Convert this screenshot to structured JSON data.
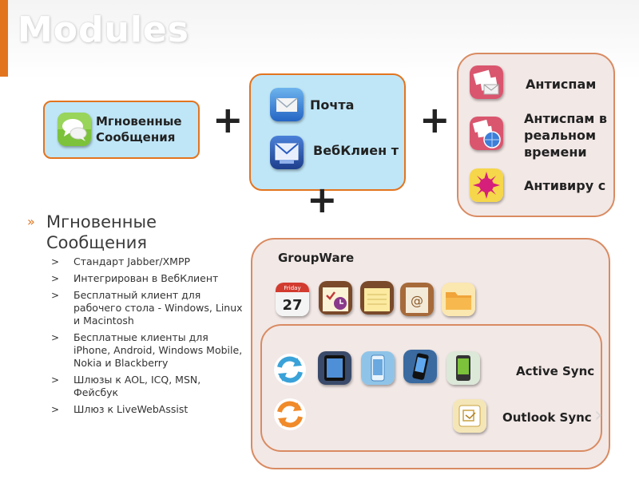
{
  "slide": {
    "title": "Modules"
  },
  "modules": {
    "im_box": {
      "label": "Мгновенные Сообщения"
    },
    "mail_box": {
      "mail_label": "Почта",
      "webclient_label": "ВебКлиен т"
    },
    "security_box": {
      "antispam_label": "Антиспам",
      "antispam_realtime_label": "Антиспам в реальном времени",
      "antivirus_label": "Антивиру с"
    },
    "plus_signs": [
      "+",
      "+",
      "+"
    ]
  },
  "bullets": {
    "main_mark": "»",
    "main_text": "Мгновенные Сообщения",
    "items": [
      {
        "mark": ">",
        "text": "Стандарт Jabber/XMPP"
      },
      {
        "mark": ">",
        "text": "Интегрирован в ВебКлиент"
      },
      {
        "mark": ">",
        "text": "Бесплатный клиент для рабочего стола - Windows, Linux и Macintosh"
      },
      {
        "mark": ">",
        "text": "Бесплатные клиенты для iPhone, Android, Windows Mobile, Nokia и Blackberry"
      },
      {
        "mark": ">",
        "text": "Шлюзы к AOL, ICQ, MSN, Фейсбук"
      },
      {
        "mark": ">",
        "text": "Шлюз к LiveWebAssist"
      }
    ]
  },
  "groupware": {
    "label": "GroupWare",
    "calendar_day": "27",
    "calendar_month": "Friday",
    "active_sync_label": "Active Sync",
    "outlook_sync_label": "Outlook Sync"
  },
  "colors": {
    "accent_orange": "#e3741e",
    "blue_box": "#bfe6f7",
    "grey_box": "#f2e8e6"
  }
}
